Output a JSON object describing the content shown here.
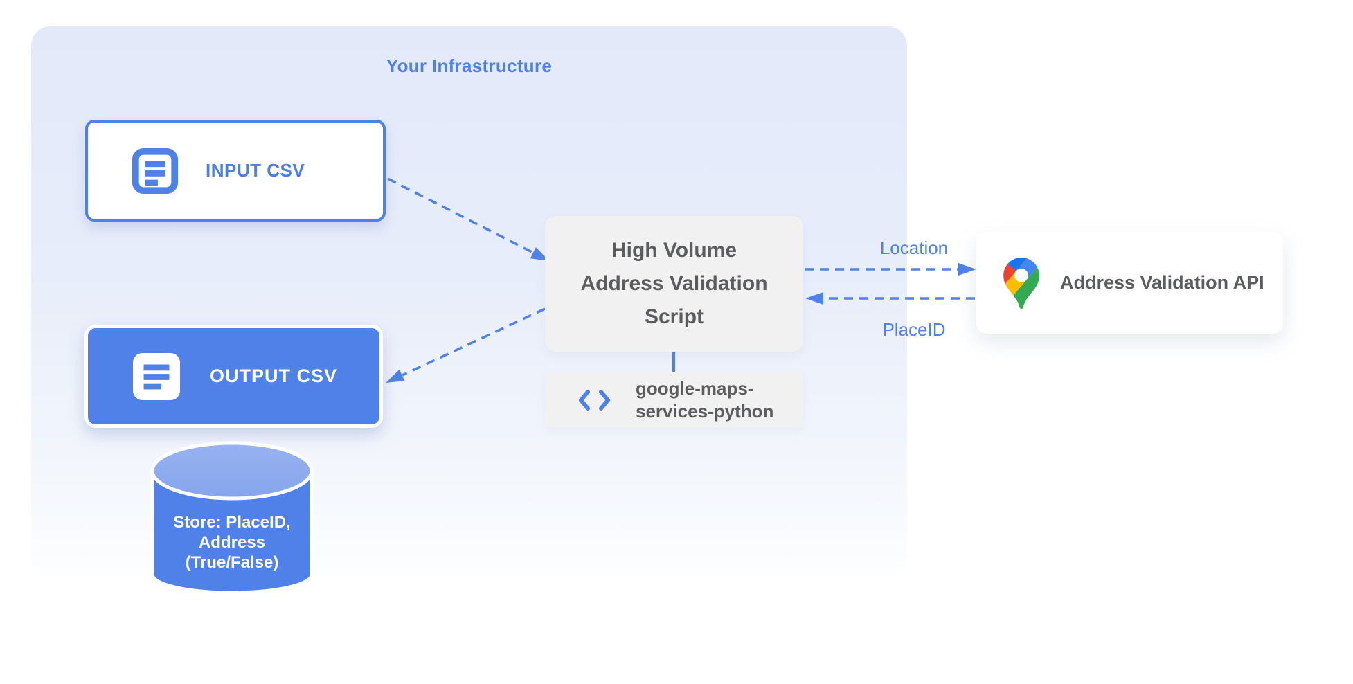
{
  "infrastructure": {
    "label": "Your Infrastructure"
  },
  "nodes": {
    "input_csv": {
      "label": "INPUT CSV",
      "icon": "csv-document-icon"
    },
    "output_csv": {
      "label": "OUTPUT CSV",
      "icon": "csv-document-icon"
    },
    "script": {
      "lines": [
        "High Volume",
        "Address Validation",
        "Script"
      ]
    },
    "library": {
      "icon": "code-icon",
      "lines": [
        "google-maps-",
        "services-python"
      ]
    },
    "api": {
      "icon": "google-maps-pin-icon",
      "label": "Address Validation API"
    },
    "datastore": {
      "lines": [
        "Store: PlaceID,",
        "Address",
        "(True/False)"
      ]
    }
  },
  "edges": {
    "input_to_script": {
      "style": "dashed-arrow"
    },
    "script_to_output": {
      "style": "dashed-arrow"
    },
    "script_to_api": {
      "label": "Location",
      "style": "dashed-arrow"
    },
    "api_to_script": {
      "label": "PlaceID",
      "style": "dashed-arrow"
    },
    "script_to_library": {
      "style": "solid-line"
    }
  },
  "colors": {
    "primary_blue": "#4f81e8",
    "label_blue": "#4d80e8",
    "node_gray": "#f1f1f2",
    "text_gray": "#5b5c5e",
    "container_top": "#e3e9f9",
    "container_bottom": "#fdfeff",
    "cylinder_top_blue": "#8fabee",
    "pin_red": "#ea4335",
    "pin_blue": "#4285f4",
    "pin_dark_blue": "#1a73e8",
    "pin_yellow": "#fbbc04",
    "pin_green": "#34a853"
  }
}
